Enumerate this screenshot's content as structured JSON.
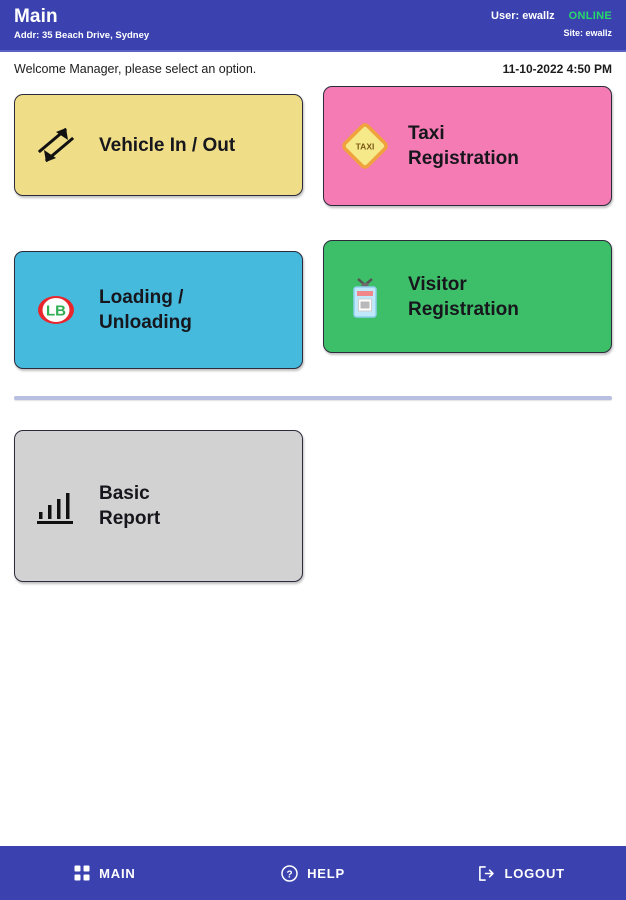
{
  "header": {
    "title": "Main",
    "address": "Addr: 35 Beach Drive, Sydney",
    "user": "User: ewallz",
    "status": "ONLINE",
    "site": "Site: ewallz",
    "bg_color": "#3b42af",
    "status_color": "#27d86b"
  },
  "subbar": {
    "welcome": "Welcome Manager, please select an option.",
    "datetime": "11-10-2022 4:50 PM"
  },
  "tiles": [
    {
      "label": "Vehicle In / Out",
      "icon": "two-way-arrows-icon",
      "color": "#efde87",
      "name": "tile-vehicle-in-out"
    },
    {
      "label": "Taxi\nRegistration",
      "icon": "taxi-sign-icon",
      "color": "#f47bb3",
      "name": "tile-taxi-registration"
    },
    {
      "label": "Loading /\nUnloading",
      "icon": "lb-badge-icon",
      "color": "#45badd",
      "name": "tile-loading-unloading"
    },
    {
      "label": "Visitor\nRegistration",
      "icon": "id-badge-icon",
      "color": "#3dbe68",
      "name": "tile-visitor-registration"
    }
  ],
  "report_tile": {
    "label": "Basic\nReport",
    "icon": "bar-chart-icon",
    "color": "#d2d2d2"
  },
  "taxi_icon": {
    "text": "TAXI"
  },
  "lb_icon": {
    "text": "LB"
  },
  "bottom_nav": [
    {
      "label": "MAIN",
      "icon": "grid-icon",
      "name": "nav-main"
    },
    {
      "label": "HELP",
      "icon": "question-circle-icon",
      "name": "nav-help"
    },
    {
      "label": "LOGOUT",
      "icon": "logout-arrow-icon",
      "name": "nav-logout"
    }
  ]
}
